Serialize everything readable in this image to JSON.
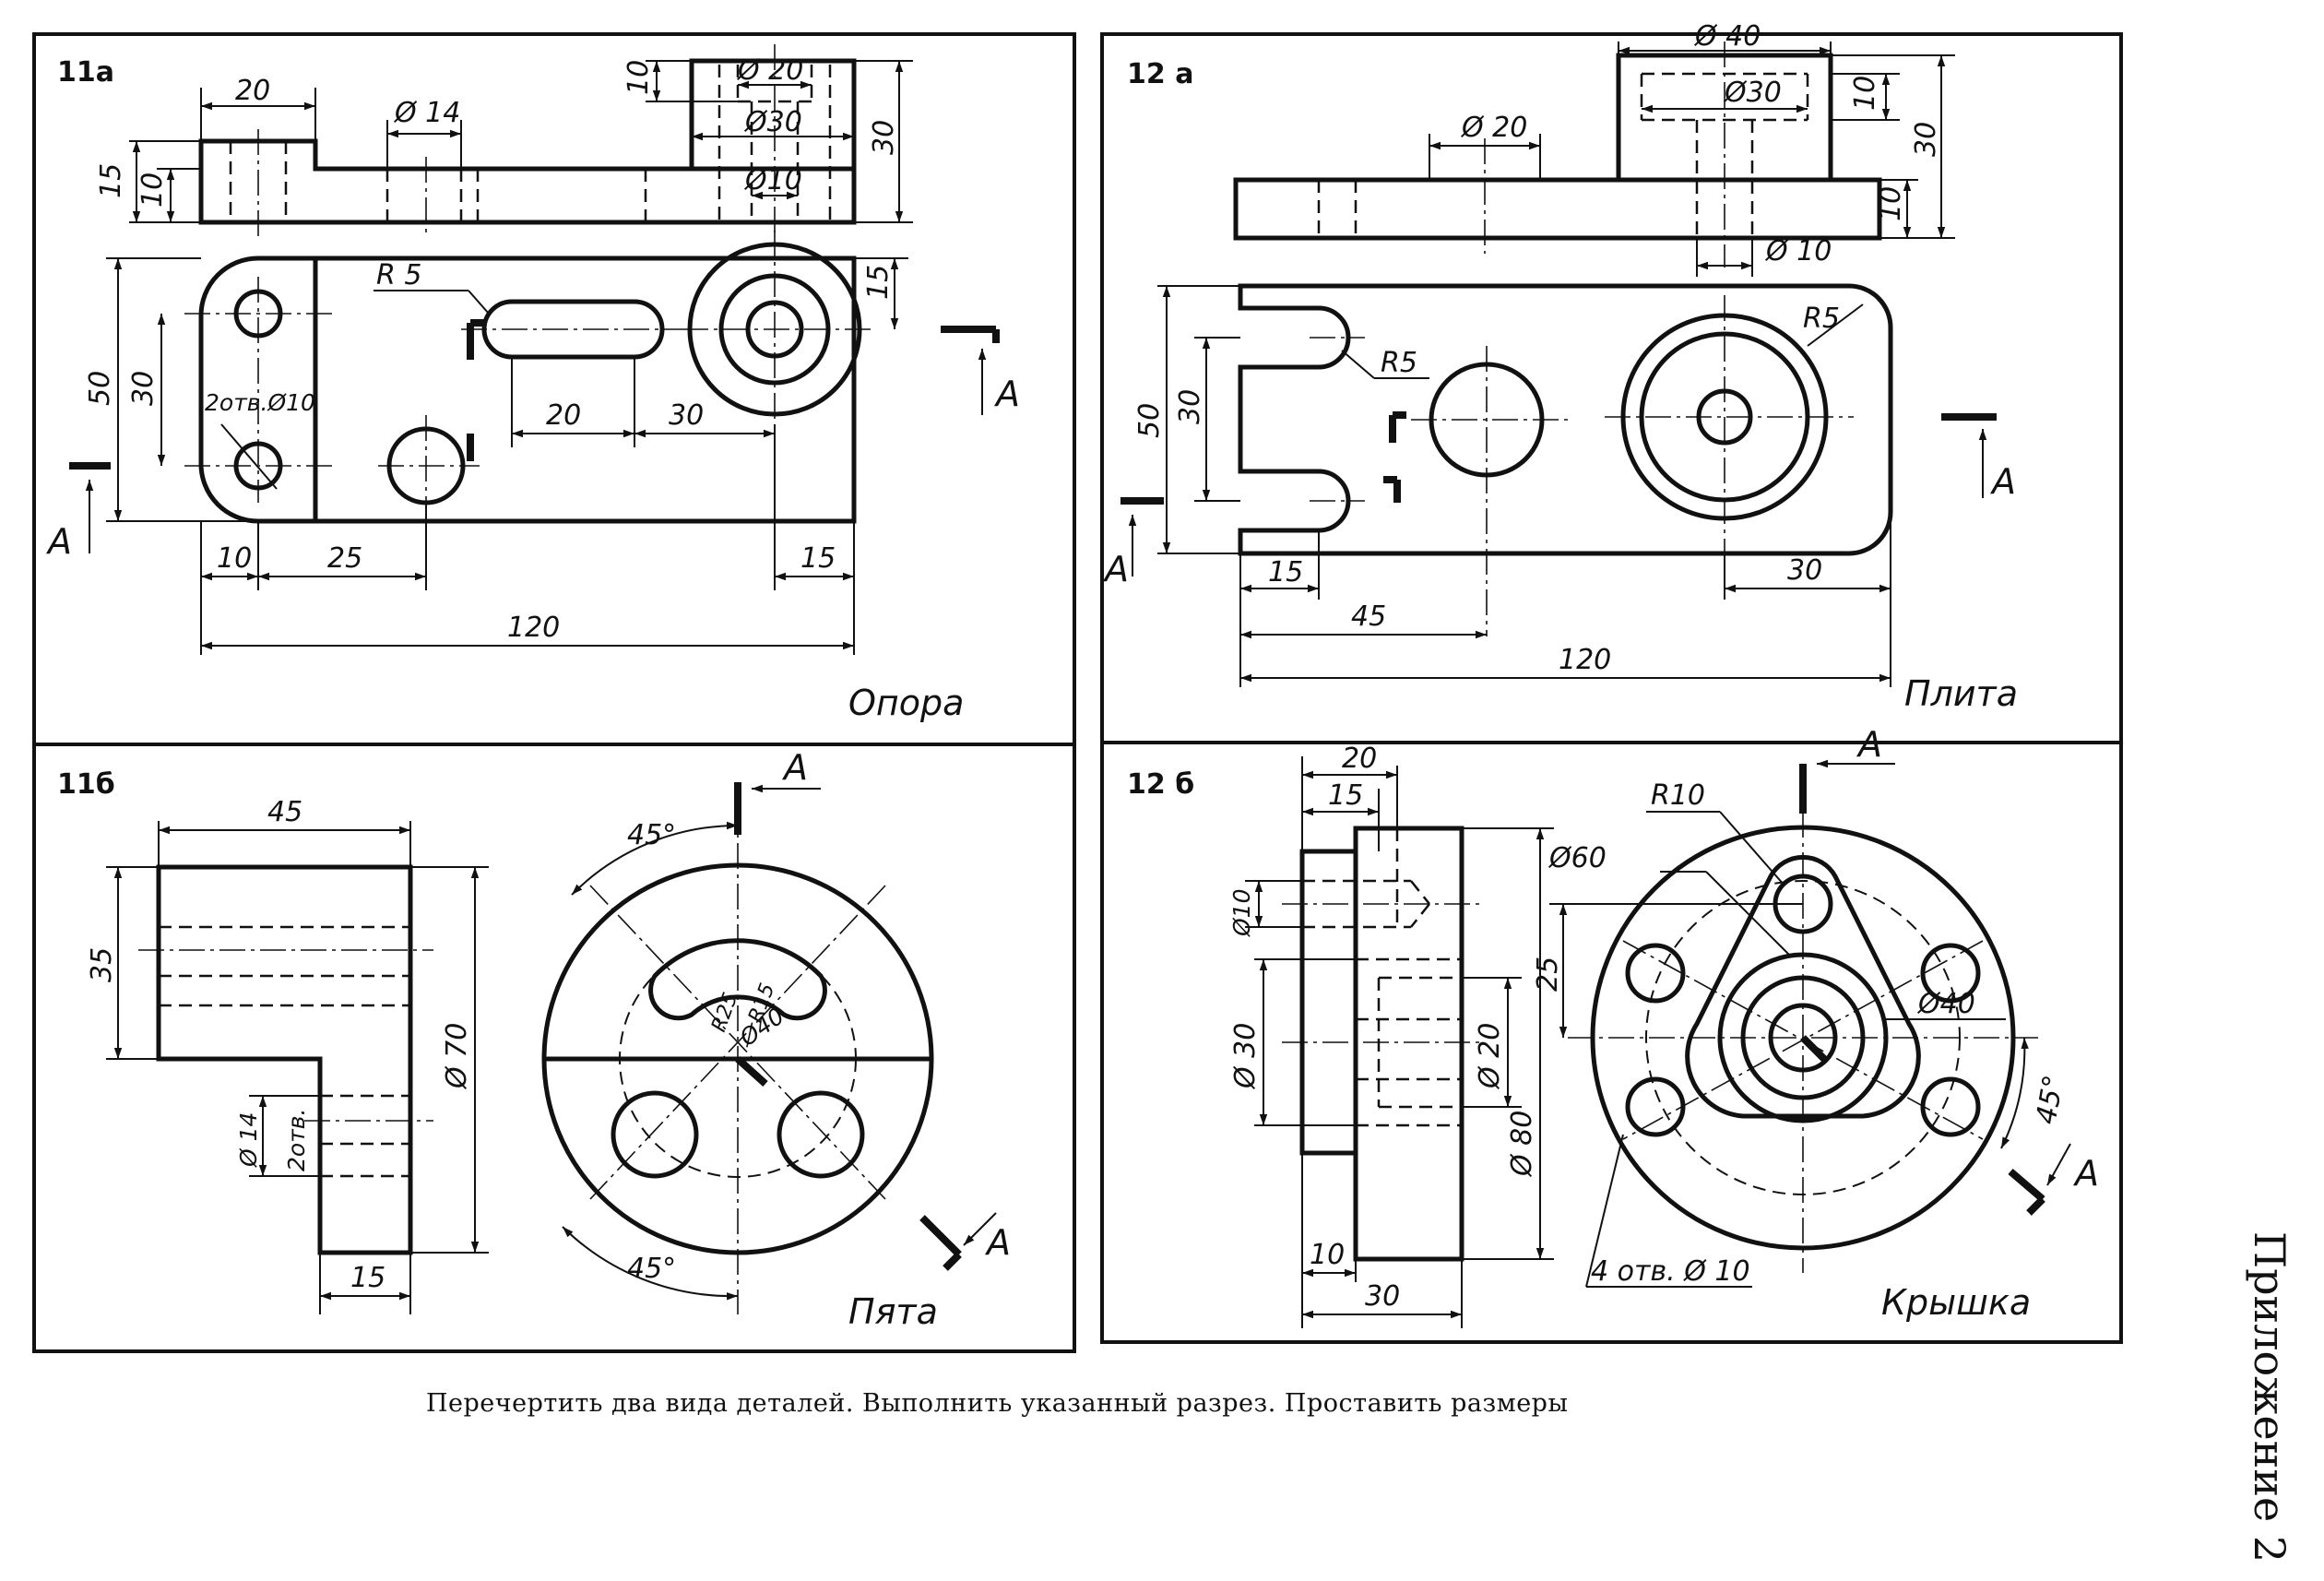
{
  "panels": {
    "p11a": {
      "id": "11а",
      "name": "Опора",
      "dims": {
        "d20": "20",
        "phi14": "Ø 14",
        "d10": "10",
        "phi20": "Ø 20",
        "phi30": "Ø30",
        "d30": "30",
        "d15": "15",
        "d10b": "10",
        "phi10": "Ø10",
        "r5": "R 5",
        "d50": "50",
        "d30b": "30",
        "holes": "2отв.Ø10",
        "d20b": "20",
        "d30c": "30",
        "d15b": "15",
        "d10c": "10",
        "d25": "25",
        "d15c": "15",
        "d120": "120",
        "sec": "A",
        "sec2": "A"
      }
    },
    "p12a": {
      "id": "12 а",
      "name": "Плита",
      "dims": {
        "phi40": "Ø 40",
        "phi30": "Ø30",
        "d10": "10",
        "d30": "30",
        "phi20": "Ø 20",
        "d10b": "10",
        "phi10": "Ø 10",
        "r5": "R5",
        "r5b": "R5",
        "d50": "50",
        "d30b": "30",
        "d15": "15",
        "d45": "45",
        "d30c": "30",
        "d120": "120",
        "sec": "A",
        "sec2": "A"
      }
    },
    "p11b": {
      "id": "11б",
      "name": "Пята",
      "dims": {
        "d45": "45",
        "d35": "35",
        "phi70": "Ø 70",
        "phi14": "Ø 14",
        "holes": "2отв.",
        "d15": "15",
        "ang1": "45°",
        "ang2": "45°",
        "r25": "R25",
        "r15": "R15",
        "phi40": "Ø40",
        "sec": "A",
        "sec2": "A"
      }
    },
    "p12b": {
      "id": "12 б",
      "name": "Крышка",
      "dims": {
        "d20": "20",
        "d15": "15",
        "phi10": "Ø10",
        "phi30": "Ø 30",
        "phi20": "Ø 20",
        "phi80": "Ø 80",
        "d10": "10",
        "d30": "30",
        "r10": "R10",
        "phi60": "Ø60",
        "d25": "25",
        "phi40": "Ø40",
        "ang": "45°",
        "holes": "4 отв. Ø 10",
        "sec": "A",
        "sec2": "A"
      }
    }
  },
  "caption": "Перечертить два вида деталей. Выполнить указанный разрез. Проставить размеры",
  "side_label": "Приложение 2"
}
